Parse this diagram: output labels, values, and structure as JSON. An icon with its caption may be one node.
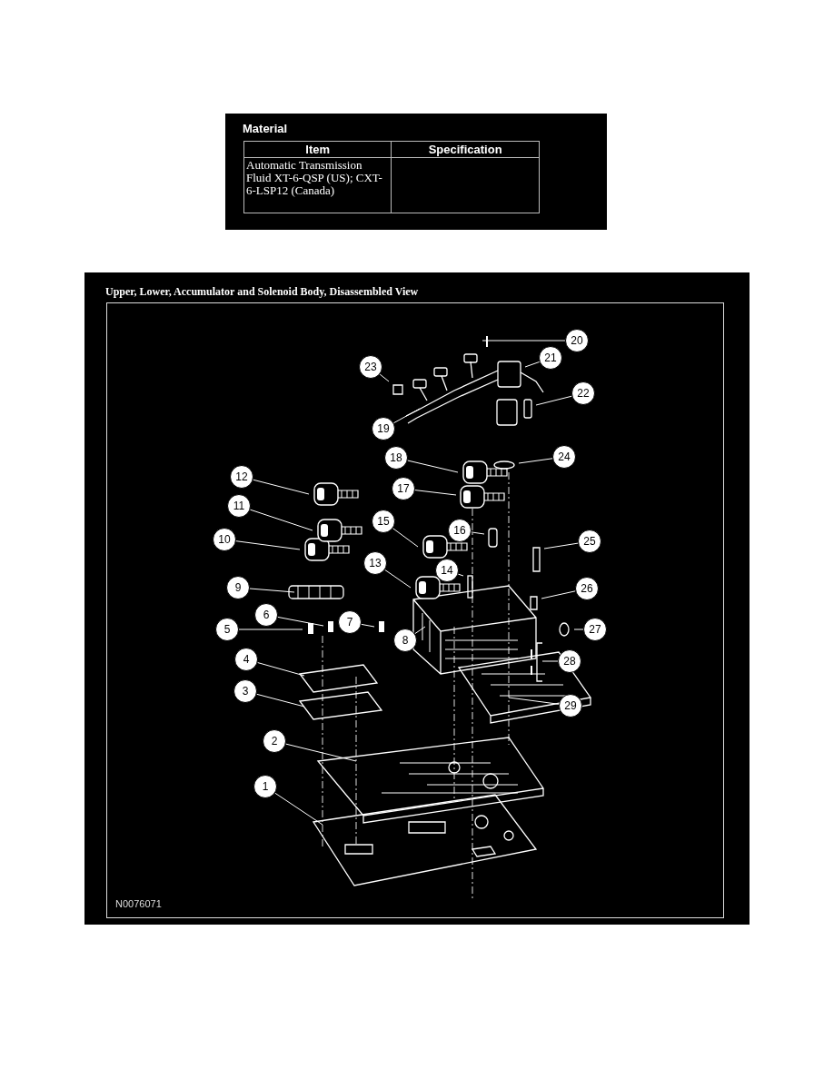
{
  "diagram": {
    "title": "Upper, Lower, Accumulator and Solenoid Body, Disassembled View",
    "nodes": [
      {
        "text": [
          "1"
        ]
      },
      {
        "text": [
          "2"
        ]
      },
      {
        "text": [
          "3"
        ]
      },
      {
        "text": [
          "4"
        ]
      },
      {
        "text": [
          "5"
        ]
      },
      {
        "text": [
          "6"
        ]
      },
      {
        "text": [
          "7"
        ]
      },
      {
        "text": [
          "8"
        ]
      },
      {
        "text": [
          "9"
        ]
      },
      {
        "text": [
          "10"
        ]
      },
      {
        "text": [
          "11"
        ]
      },
      {
        "text": [
          "12"
        ]
      },
      {
        "text": [
          "13"
        ]
      },
      {
        "text": [
          "14"
        ]
      },
      {
        "text": [
          "15"
        ]
      },
      {
        "text": [
          "16"
        ]
      },
      {
        "text": [
          "17"
        ]
      },
      {
        "text": [
          "18"
        ]
      },
      {
        "text": [
          "19"
        ]
      },
      {
        "text": [
          "20"
        ]
      },
      {
        "text": [
          "21"
        ]
      },
      {
        "text": [
          "22"
        ]
      },
      {
        "text": [
          "23"
        ]
      },
      {
        "text": [
          "24"
        ]
      },
      {
        "text": [
          "25"
        ]
      },
      {
        "text": [
          "26"
        ]
      },
      {
        "text": [
          "27"
        ]
      },
      {
        "text": [
          "28"
        ]
      },
      {
        "text": [
          "29"
        ]
      }
    ],
    "edges": [
      {
        "from": 0,
        "to": null,
        "arrow": "none"
      },
      {
        "from": 1,
        "to": null,
        "arrow": "none"
      },
      {
        "from": 2,
        "to": null,
        "arrow": "none"
      },
      {
        "from": 3,
        "to": null,
        "arrow": "none"
      },
      {
        "from": 4,
        "to": null,
        "arrow": "none"
      },
      {
        "from": 5,
        "to": null,
        "arrow": "none"
      },
      {
        "from": 6,
        "to": null,
        "arrow": "none"
      },
      {
        "from": 7,
        "to": null,
        "arrow": "none"
      },
      {
        "from": 8,
        "to": null,
        "arrow": "none"
      },
      {
        "from": 9,
        "to": null,
        "arrow": "none"
      },
      {
        "from": 10,
        "to": null,
        "arrow": "none"
      },
      {
        "from": 11,
        "to": null,
        "arrow": "none"
      },
      {
        "from": 12,
        "to": null,
        "arrow": "none"
      },
      {
        "from": 13,
        "to": null,
        "arrow": "none"
      },
      {
        "from": 14,
        "to": null,
        "arrow": "none"
      },
      {
        "from": 15,
        "to": null,
        "arrow": "none"
      },
      {
        "from": 16,
        "to": null,
        "arrow": "none"
      },
      {
        "from": 17,
        "to": null,
        "arrow": "none"
      },
      {
        "from": 18,
        "to": null,
        "arrow": "none"
      },
      {
        "from": 19,
        "to": null,
        "arrow": "none"
      },
      {
        "from": 20,
        "to": null,
        "arrow": "none"
      },
      {
        "from": 21,
        "to": null,
        "arrow": "none"
      },
      {
        "from": 22,
        "to": null,
        "arrow": "none"
      },
      {
        "from": 23,
        "to": null,
        "arrow": "none"
      },
      {
        "from": 24,
        "to": null,
        "arrow": "none"
      },
      {
        "from": 25,
        "to": null,
        "arrow": "none"
      },
      {
        "from": 26,
        "to": null,
        "arrow": "none"
      },
      {
        "from": 27,
        "to": null,
        "arrow": "none"
      },
      {
        "from": 28,
        "to": null,
        "arrow": "none"
      }
    ],
    "labels": [
      "Material",
      "Item",
      "Specification",
      "Automatic Transmission Fluid XT-6-QSP (US); CXT-6-LSP12 (Canada)",
      "N0076071"
    ]
  }
}
